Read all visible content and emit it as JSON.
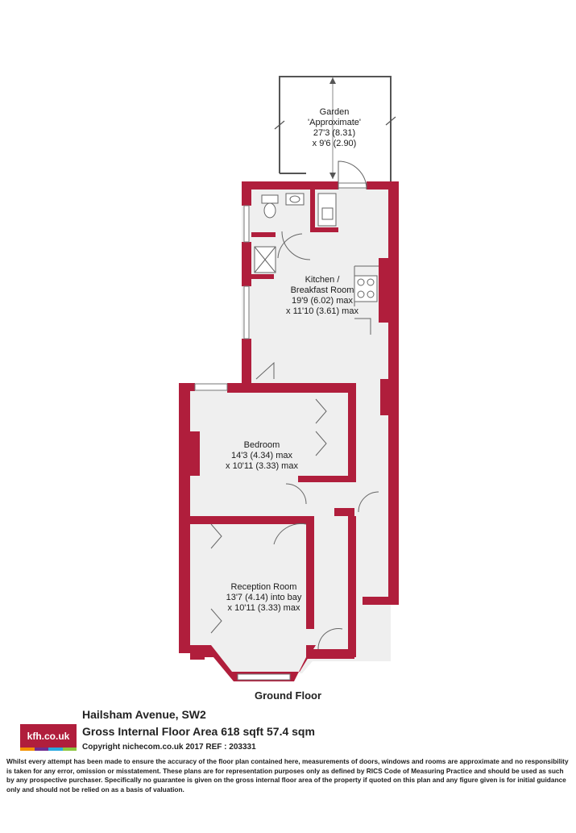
{
  "rooms": {
    "garden": {
      "name": "Garden",
      "note": "'Approximate'",
      "dim1": "27'3 (8.31)",
      "dim2": "x 9'6 (2.90)"
    },
    "kitchen": {
      "name1": "Kitchen /",
      "name2": "Breakfast Room",
      "dim1": "19'9 (6.02) max",
      "dim2": "x 11'10 (3.61) max"
    },
    "bedroom": {
      "name": "Bedroom",
      "dim1": "14'3 (4.34) max",
      "dim2": "x 10'11 (3.33) max"
    },
    "reception": {
      "name": "Reception Room",
      "dim1": "13'7 (4.14) into bay",
      "dim2": "x 10'11 (3.33) max"
    }
  },
  "floor_title": "Ground Floor",
  "logo": {
    "text": "kfh.co.uk"
  },
  "property": {
    "address": "Hailsham Avenue, SW2",
    "area": "Gross Internal Floor Area 618 sqft 57.4 sqm",
    "copyright": "Copyright nichecom.co.uk 2017 REF : 203331"
  },
  "disclaimer": "Whilst every attempt has been made to ensure the accuracy of the floor plan contained here, measurements of doors, windows and rooms are approximate and no responsibility is taken for any error, omission or misstatement.  These plans are for representation purposes only as defined by RICS Code of Measuring Practice and should be used as such by any prospective purchaser.  Specifically no guarantee is given on the gross internal floor area of the property if quoted on this plan and any figure given is for initial guidance only and should not be relied on as a basis of valuation.",
  "colors": {
    "wall": "#b01e3c",
    "floor": "#f0f0f0",
    "logo_bars": [
      "#f39200",
      "#6f2c91",
      "#2aa9e0",
      "#8dc63f"
    ]
  }
}
